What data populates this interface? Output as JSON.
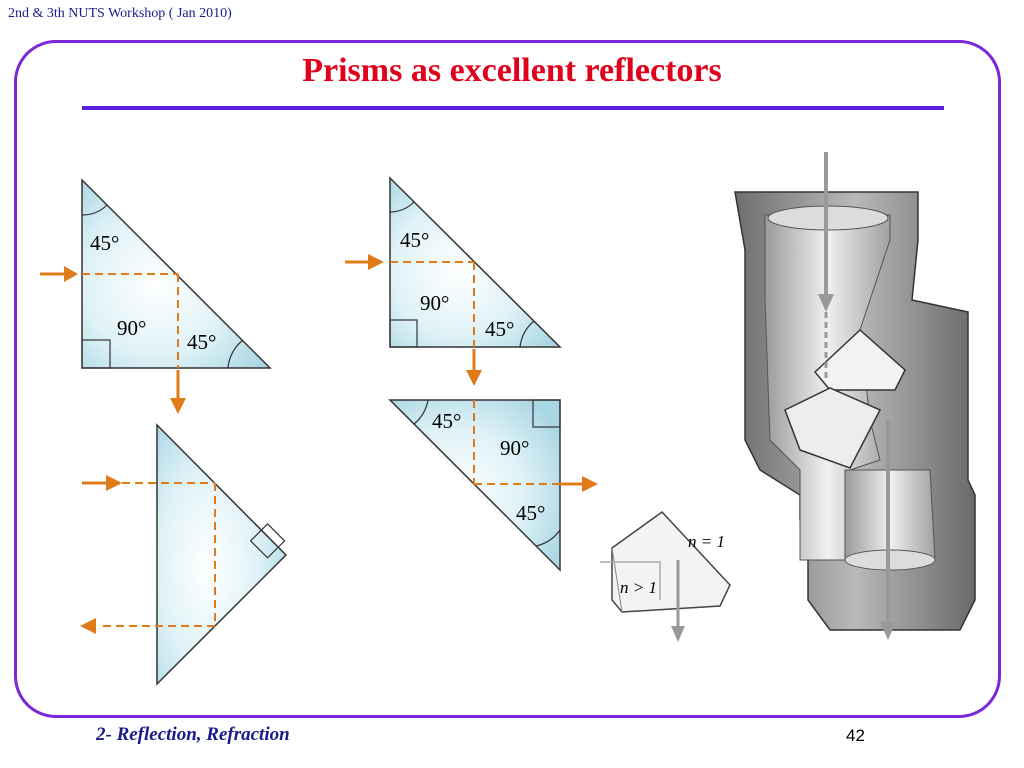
{
  "header": {
    "workshop": "2nd & 3th NUTS Workshop ( Jan 2010)"
  },
  "slide": {
    "title": "Prisms as excellent reflectors"
  },
  "prisms": {
    "angle_45": "45°",
    "angle_90": "90°",
    "n_outside": "n = 1",
    "n_inside": "n > 1"
  },
  "footer": {
    "section": "2- Reflection, Refraction",
    "page_number": "42"
  },
  "colors": {
    "frame": "#7a28d8",
    "title": "#e0001b",
    "ray": "#e07b1a",
    "prism_fill": "#cdeaf2"
  }
}
